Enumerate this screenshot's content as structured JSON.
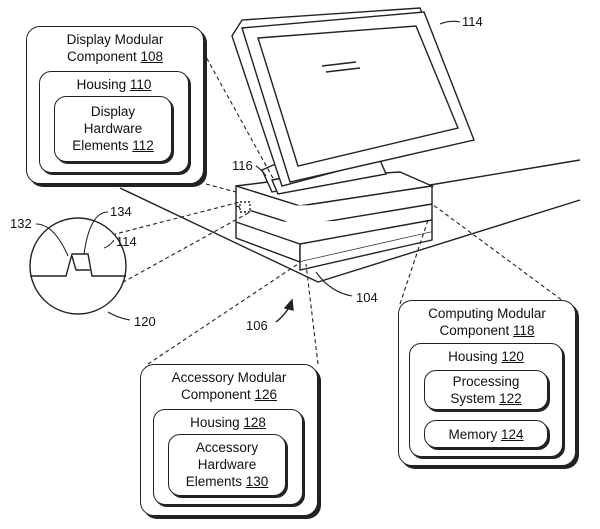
{
  "display_component": {
    "name_line1": "Display Modular",
    "name_line2": "Component",
    "ref": "108",
    "housing_label": "Housing",
    "housing_ref": "110",
    "hw_line1": "Display",
    "hw_line2": "Hardware",
    "hw_line3": "Elements",
    "hw_ref": "112"
  },
  "computing_component": {
    "name_line1": "Computing Modular",
    "name_line2": "Component",
    "ref": "118",
    "housing_label": "Housing",
    "housing_ref": "120",
    "proc_line1": "Processing",
    "proc_line2": "System",
    "proc_ref": "122",
    "memory_label": "Memory",
    "memory_ref": "124"
  },
  "accessory_component": {
    "name_line1": "Accessory Modular",
    "name_line2": "Component",
    "ref": "126",
    "housing_label": "Housing",
    "housing_ref": "128",
    "hw_line1": "Accessory",
    "hw_line2": "Hardware",
    "hw_line3": "Elements",
    "hw_ref": "130"
  },
  "refs": {
    "monitor": "114",
    "neck": "116",
    "detail_114": "114",
    "detail_120": "120",
    "notch_132": "132",
    "notch_134": "134",
    "base": "104",
    "system": "106"
  }
}
